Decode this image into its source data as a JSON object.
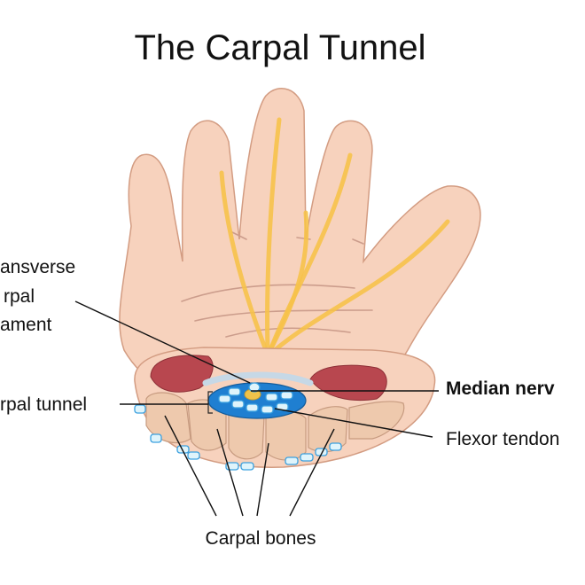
{
  "title": "The Carpal Tunnel",
  "labels": {
    "transverse_line1": "ansverse",
    "transverse_line2": "rpal",
    "transverse_line3": "ament",
    "carpal_tunnel": "rpal tunnel",
    "median_nerve": "Median nerv",
    "flexor_tendons": "Flexor tendon",
    "carpal_bones": "Carpal bones"
  },
  "colors": {
    "skin": "#f7d2bd",
    "skin_outline": "#d39c82",
    "crease": "#cc9d8c",
    "tendon_yellow": "#f6c24a",
    "muscle": "#b8474f",
    "bone": "#eec9ad",
    "tunnel_blue": "#1f7fd1",
    "tendon_light": "#dff4fb",
    "nerve_core": "#f0c24a"
  }
}
